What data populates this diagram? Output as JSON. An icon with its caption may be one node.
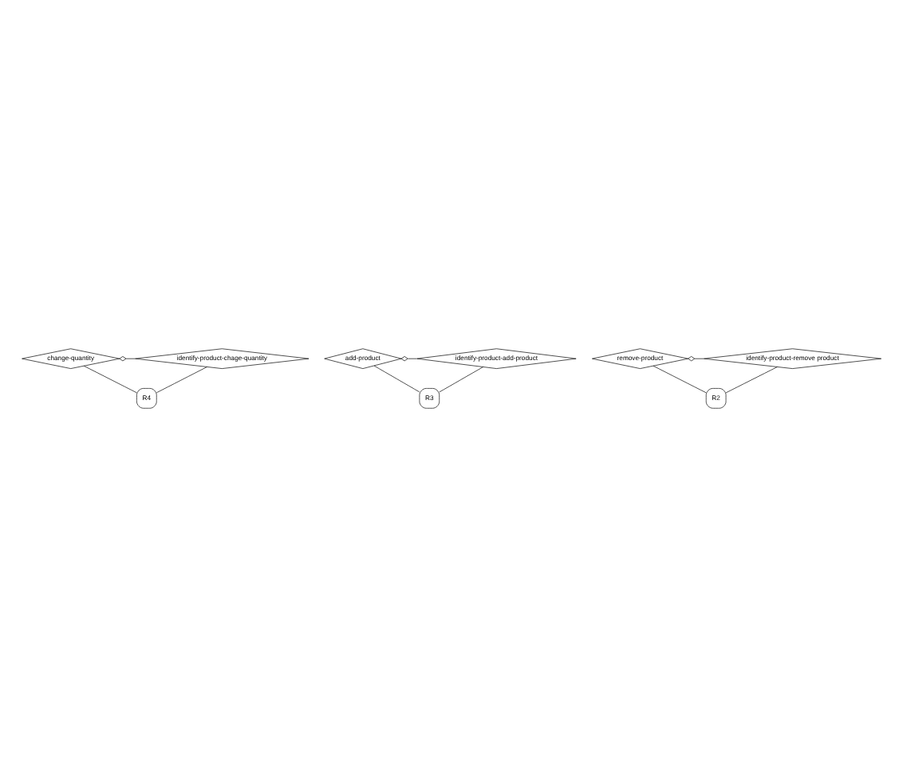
{
  "diagram": {
    "nodes": [
      {
        "text": [
          "change-quantity"
        ]
      },
      {
        "text": [
          "identify-product-chage-quantity"
        ]
      },
      {
        "text": [
          "R4"
        ]
      },
      {
        "text": [
          "add-product"
        ]
      },
      {
        "text": [
          "identify-product-add-product"
        ]
      },
      {
        "text": [
          "R3"
        ]
      },
      {
        "text": [
          "remove-product"
        ]
      },
      {
        "text": [
          "identify-product-remove product"
        ]
      },
      {
        "text": [
          "R2"
        ]
      }
    ],
    "edges": [
      {
        "from": 0,
        "to": 1,
        "arrow": "other"
      },
      {
        "from": 0,
        "to": 2,
        "arrow": "none"
      },
      {
        "from": 1,
        "to": 2,
        "arrow": "none"
      },
      {
        "from": 3,
        "to": 4,
        "arrow": "other"
      },
      {
        "from": 3,
        "to": 5,
        "arrow": "none"
      },
      {
        "from": 4,
        "to": 5,
        "arrow": "none"
      },
      {
        "from": 6,
        "to": 7,
        "arrow": "other"
      },
      {
        "from": 6,
        "to": 8,
        "arrow": "none"
      },
      {
        "from": 7,
        "to": 8,
        "arrow": "none"
      }
    ]
  }
}
